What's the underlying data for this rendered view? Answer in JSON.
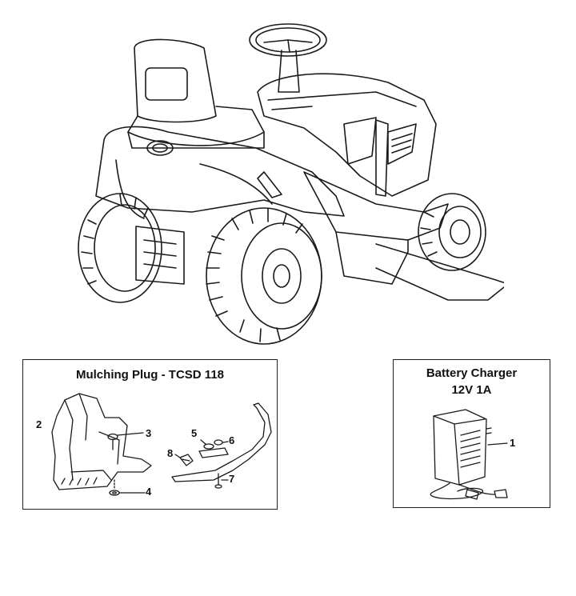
{
  "mulching_kit": {
    "title": "Mulching Plug - TCSD 118",
    "callouts": [
      "2",
      "3",
      "4",
      "5",
      "6",
      "8",
      "7"
    ]
  },
  "charger_kit": {
    "title_line1": "Battery Charger",
    "title_line2": "12V 1A",
    "callouts": [
      "1"
    ]
  }
}
